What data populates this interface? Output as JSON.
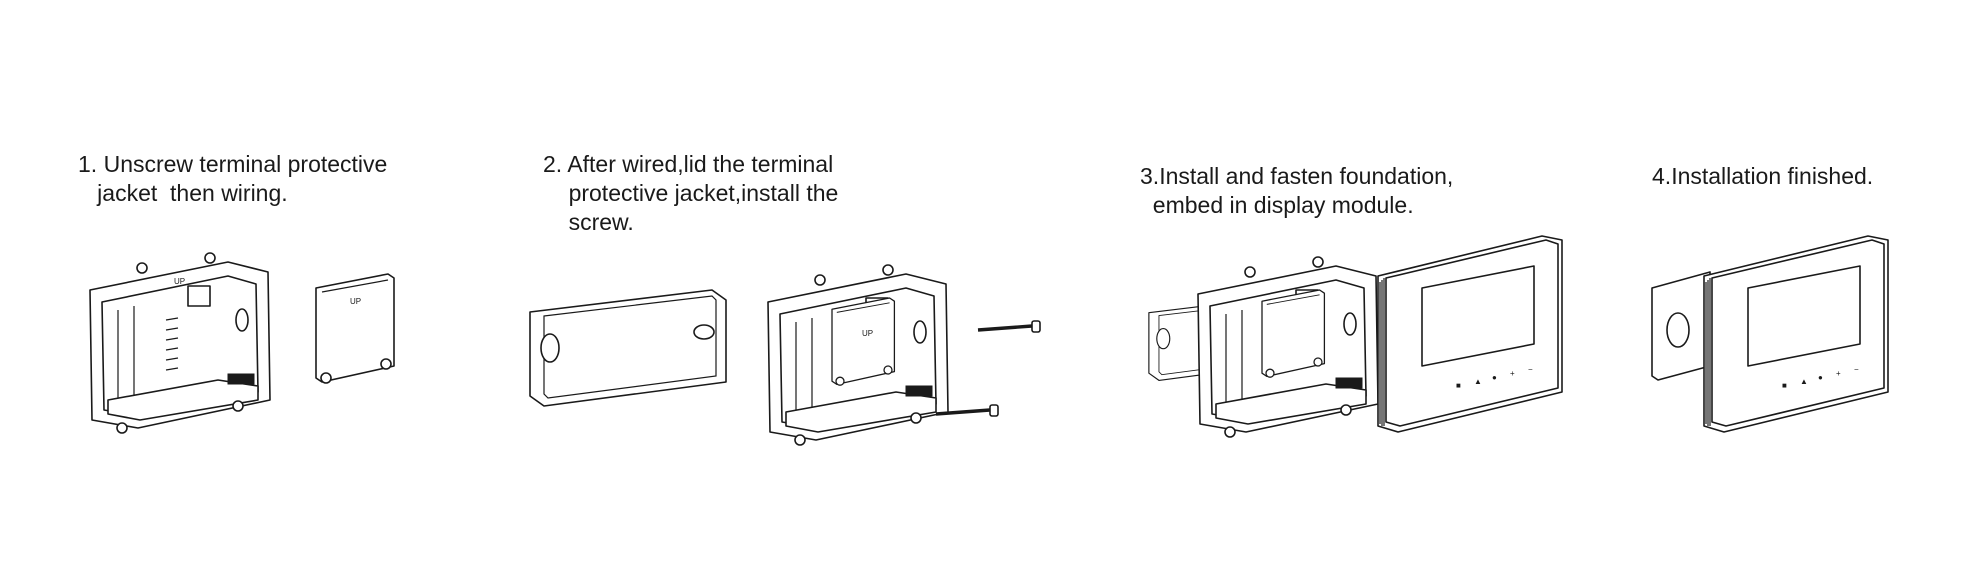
{
  "steps": [
    {
      "number": "1.",
      "line1": "Unscrew terminal protective",
      "line2": "jacket  then wiring.",
      "line3": ""
    },
    {
      "number": "2.",
      "line1": "After wired,lid the terminal",
      "line2": "protective jacket,install the",
      "line3": "screw."
    },
    {
      "number": "3.",
      "line1": "Install and fasten foundation,",
      "line2": "embed in display module.",
      "line3": ""
    },
    {
      "number": "4.",
      "line1": "Installation finished.",
      "line2": "",
      "line3": ""
    }
  ],
  "part_marking": "UP",
  "display_button_glyphs": [
    "■",
    "▲",
    "●",
    "+",
    "−"
  ],
  "icons": [
    "wall-plate-icon",
    "terminal-cover-icon",
    "junction-box-icon",
    "screw-icon",
    "display-module-icon"
  ]
}
